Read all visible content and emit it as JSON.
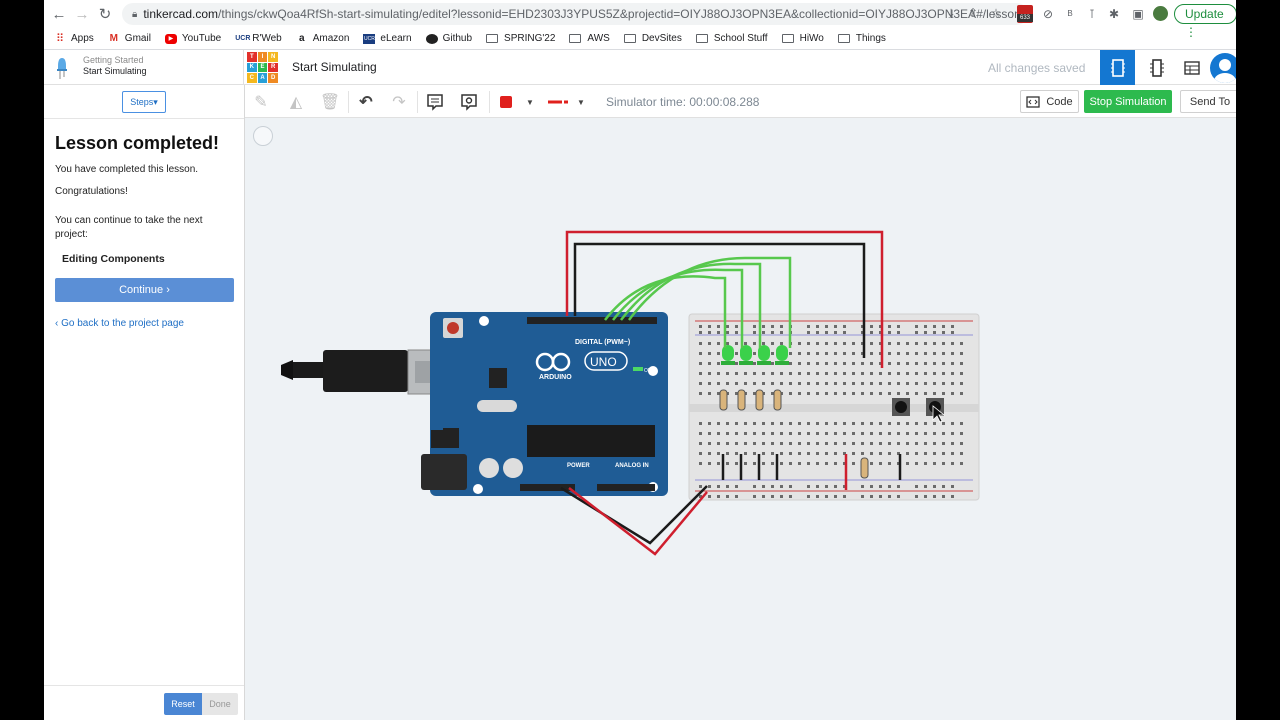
{
  "browser": {
    "url_host": "tinkercad.com",
    "url_path": "/things/ckwQoa4RfSh-start-simulating/editel?lessonid=EHD2303J3YPUS5Z&projectid=OIYJ88OJ3OPN3EA&collectionid=OIYJ88OJ3OPN3EA#/lesson-...",
    "extension_badge": "633",
    "update_label": "Update",
    "bookmarks": [
      "Apps",
      "Gmail",
      "YouTube",
      "R'Web",
      "Amazon",
      "eLearn",
      "Github",
      "SPRING'22",
      "AWS",
      "DevSites",
      "School Stuff",
      "HiWo",
      "Things"
    ]
  },
  "header": {
    "crumb_top": "Getting Started",
    "crumb_bottom": "Start Simulating",
    "logo_letters": [
      "TIN",
      "KER",
      "CAD"
    ],
    "title": "Start Simulating",
    "save_status": "All changes saved"
  },
  "lesson": {
    "steps_label": "Steps▾",
    "title": "Lesson completed!",
    "p1": "You have completed this lesson.",
    "p2": "Congratulations!",
    "p3": "You can continue to take the next project:",
    "next_project": "Editing Components",
    "continue_label": "Continue ›",
    "back_link": "‹ Go back to the project page",
    "reset_label": "Reset",
    "done_label": "Done"
  },
  "toolbar": {
    "sim_time": "Simulator time: 00:00:08.288",
    "code_label": "Code",
    "stop_label": "Stop Simulation",
    "sendto_label": "Send To"
  },
  "board": {
    "digital_label": "DIGITAL (PWM~)",
    "brand": "ARDUINO",
    "model": "UNO",
    "power_label": "POWER",
    "analog_label": "ANALOG IN",
    "on_label": "ON"
  },
  "colors": {
    "accent": "#1477d1",
    "stop": "#2dba4e",
    "wire_red": "#cf1f2e",
    "wire_green": "#57c84d",
    "board_blue": "#1f5c95"
  }
}
